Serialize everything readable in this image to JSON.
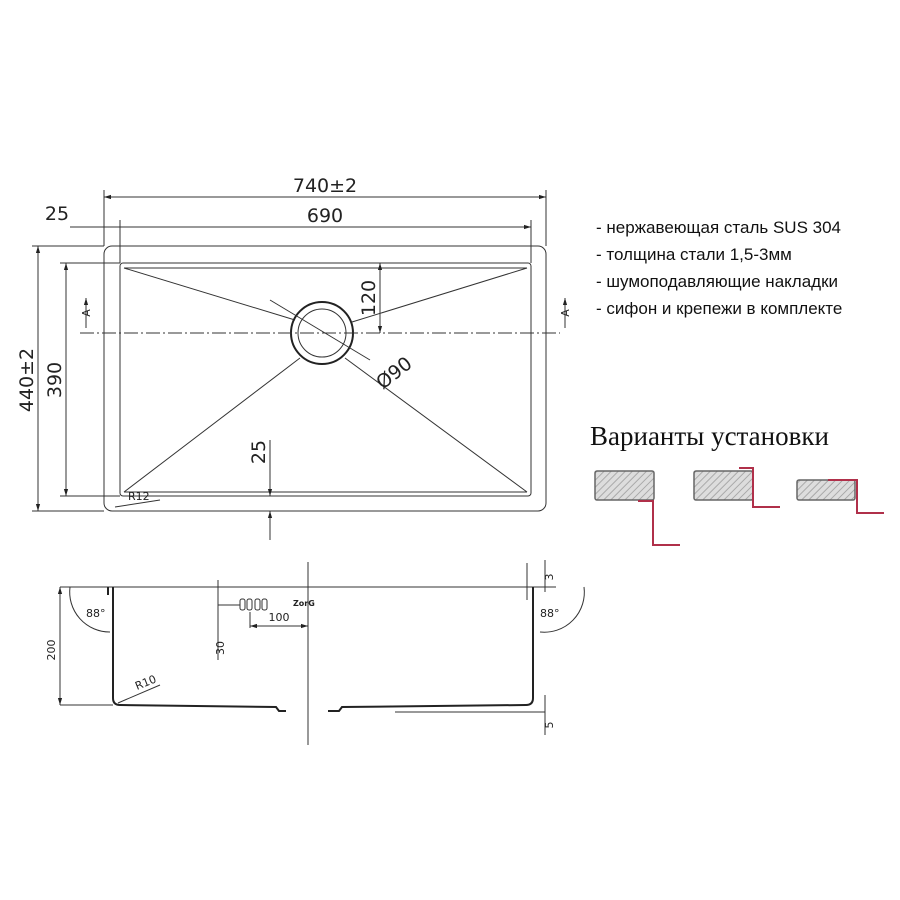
{
  "top_view": {
    "overall_width": "740±2",
    "bowl_width": "690",
    "rim_offset": "25",
    "overall_depth": "440±2",
    "bowl_depth": "390",
    "drain_offset": "120",
    "drain_diameter": "Ø90",
    "bottom_offset": "25",
    "corner_radius": "R12",
    "section_mark_left": "A",
    "section_mark_right": "A"
  },
  "section_view": {
    "height": "200",
    "angle_left": "88°",
    "angle_right": "88°",
    "overflow_offset": "30",
    "overflow_distance": "100",
    "corner_radius": "R10",
    "rim_thickness": "3",
    "bottom_step": "5",
    "brand_logo": "ZorG"
  },
  "features": [
    "- нержавеющая сталь SUS 304",
    "- толщина стали 1,5-3мм",
    "- шумоподавляющие накладки",
    "- сифон и крепежи в комплекте"
  ],
  "install_title": "Варианты установки",
  "install_variants": [
    "undermount",
    "flush-mount",
    "top-mount"
  ],
  "colors": {
    "lines": "#333333",
    "install_profile": "#b0304a",
    "countertop_fill": "#cccccc"
  }
}
